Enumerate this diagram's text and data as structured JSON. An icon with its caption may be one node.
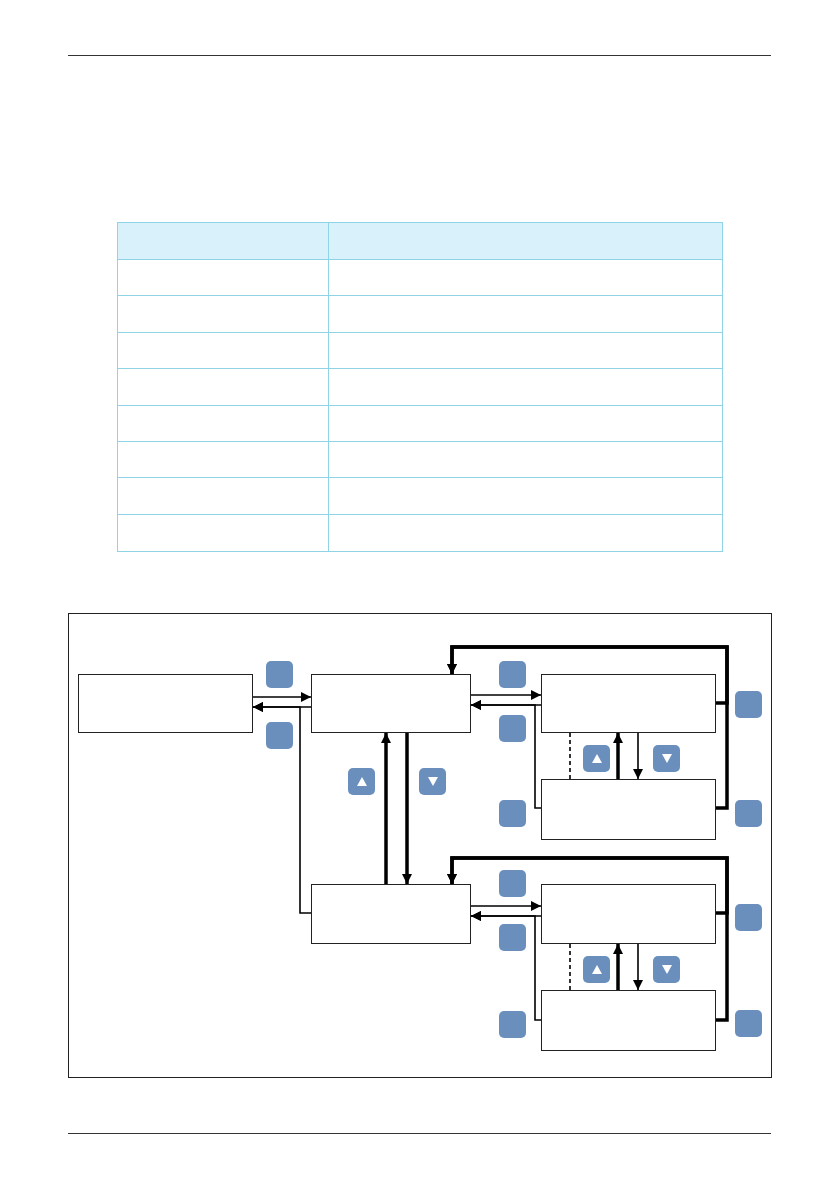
{
  "diagram": {
    "nodes": [
      {
        "text": [],
        "shape": "box"
      },
      {
        "text": [],
        "shape": "box"
      },
      {
        "text": [],
        "shape": "box"
      },
      {
        "text": [],
        "shape": "box"
      },
      {
        "text": [],
        "shape": "box"
      },
      {
        "text": [],
        "shape": "box"
      },
      {
        "text": [],
        "shape": "box"
      }
    ],
    "edges": [
      {
        "from": 0,
        "to": 1,
        "arrow": "to"
      },
      {
        "from": 1,
        "to": 0,
        "arrow": "to"
      },
      {
        "from": 4,
        "to": 0,
        "arrow": "to"
      },
      {
        "from": 1,
        "to": 2,
        "arrow": "to"
      },
      {
        "from": 2,
        "to": 1,
        "arrow": "to"
      },
      {
        "from": 3,
        "to": 1,
        "arrow": "to"
      },
      {
        "from": 2,
        "to": 3,
        "arrow": "to"
      },
      {
        "from": 3,
        "to": 2,
        "arrow": "to",
        "style": "thick"
      },
      {
        "from": 2,
        "to": 3,
        "arrow": "none",
        "style": "dashed"
      },
      {
        "from": 2,
        "to": 1,
        "arrow": "to",
        "style": "thick"
      },
      {
        "from": 3,
        "to": 1,
        "arrow": "to",
        "style": "thick"
      },
      {
        "from": 1,
        "to": 4,
        "arrow": "to",
        "style": "thick"
      },
      {
        "from": 4,
        "to": 1,
        "arrow": "to",
        "style": "thick"
      },
      {
        "from": 4,
        "to": 5,
        "arrow": "to"
      },
      {
        "from": 5,
        "to": 4,
        "arrow": "to"
      },
      {
        "from": 6,
        "to": 4,
        "arrow": "to"
      },
      {
        "from": 5,
        "to": 6,
        "arrow": "to"
      },
      {
        "from": 6,
        "to": 5,
        "arrow": "to",
        "style": "thick"
      },
      {
        "from": 5,
        "to": 6,
        "arrow": "none",
        "style": "dashed"
      },
      {
        "from": 5,
        "to": 4,
        "arrow": "to",
        "style": "thick"
      },
      {
        "from": 6,
        "to": 4,
        "arrow": "to",
        "style": "thick"
      }
    ]
  }
}
